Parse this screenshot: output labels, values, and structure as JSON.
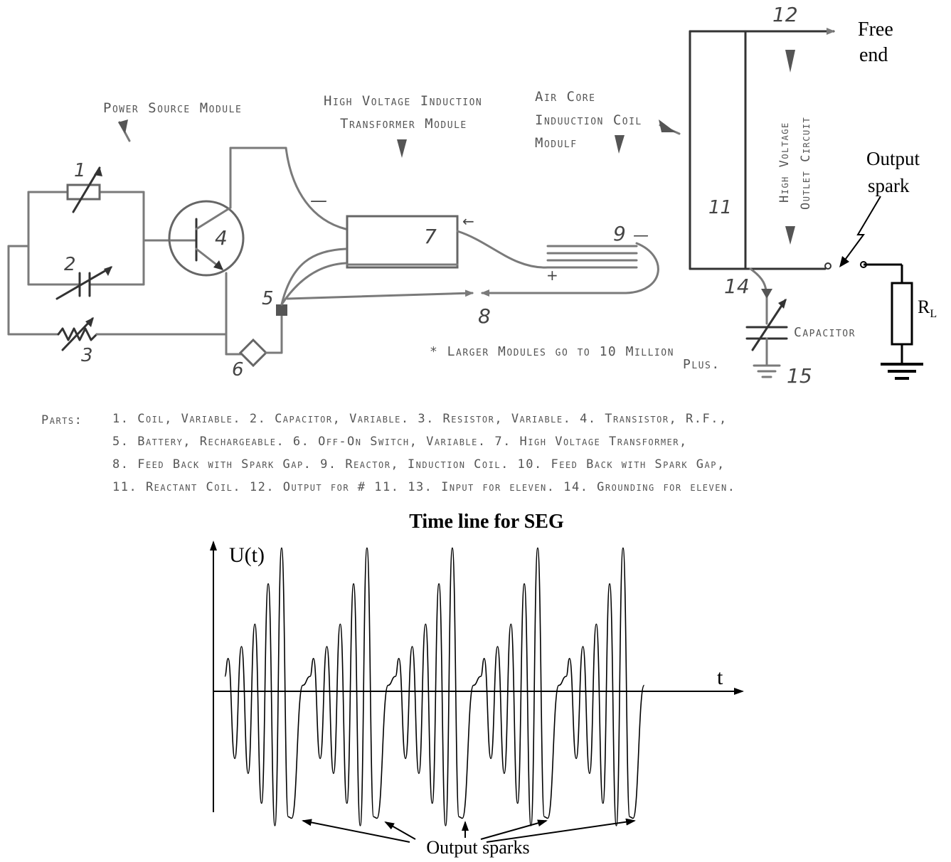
{
  "modules": {
    "power_source": "Power Source Module",
    "hv_transformer_line1": "High Voltage Induction",
    "hv_transformer_line2": "Transformer Module",
    "air_core_line1": "Air Core",
    "air_core_line2": "Induuction Coil",
    "air_core_line3": "Modulf",
    "outlet_line1": "High Voltage",
    "outlet_line2": "Outlet Circuit"
  },
  "labels": {
    "free_end_line1": "Free",
    "free_end_line2": "end",
    "output_spark_line1": "Output",
    "output_spark_line2": "spark",
    "load_resistor": "R",
    "load_resistor_sub": "L",
    "capacitor": "Capacitor",
    "note_line1": "* Larger Modules go to 10 Million",
    "note_line2": "Plus.",
    "minus_1": "—",
    "minus_2": "←",
    "minus_3": "—",
    "plus_1": "+"
  },
  "part_numbers": {
    "n1": "1",
    "n2": "2",
    "n3": "3",
    "n4": "4",
    "n5": "5",
    "n6": "6",
    "n7": "7",
    "n8": "8",
    "n9": "9",
    "n11": "11",
    "n12": "12",
    "n14": "14",
    "n15": "15"
  },
  "parts_list": {
    "heading": "Parts:",
    "line1": "1. Coil, Variable. 2. Capacitor, Variable. 3. Resistor, Variable. 4. Transistor, R.F.,",
    "line2": "5. Battery, Rechargeable. 6. Off-On Switch, Variable. 7. High Voltage Transformer,",
    "line3": "8. Feed Back with Spark Gap. 9. Reactor, Induction Coil. 10. Feed Back with Spark Gap,",
    "line4": "11. Reactant Coil. 12. Output for # 11. 13. Input for eleven. 14. Grounding for eleven."
  },
  "timeline": {
    "title": "Time line for SEG",
    "y_label": "U(t)",
    "x_label": "t",
    "annotation": "Output sparks",
    "burst_count": 5,
    "burst_amplitudes": [
      0.22,
      -0.45,
      0.3,
      -0.55,
      0.45,
      -0.75,
      0.72,
      -0.9,
      0.96,
      -0.84
    ]
  }
}
